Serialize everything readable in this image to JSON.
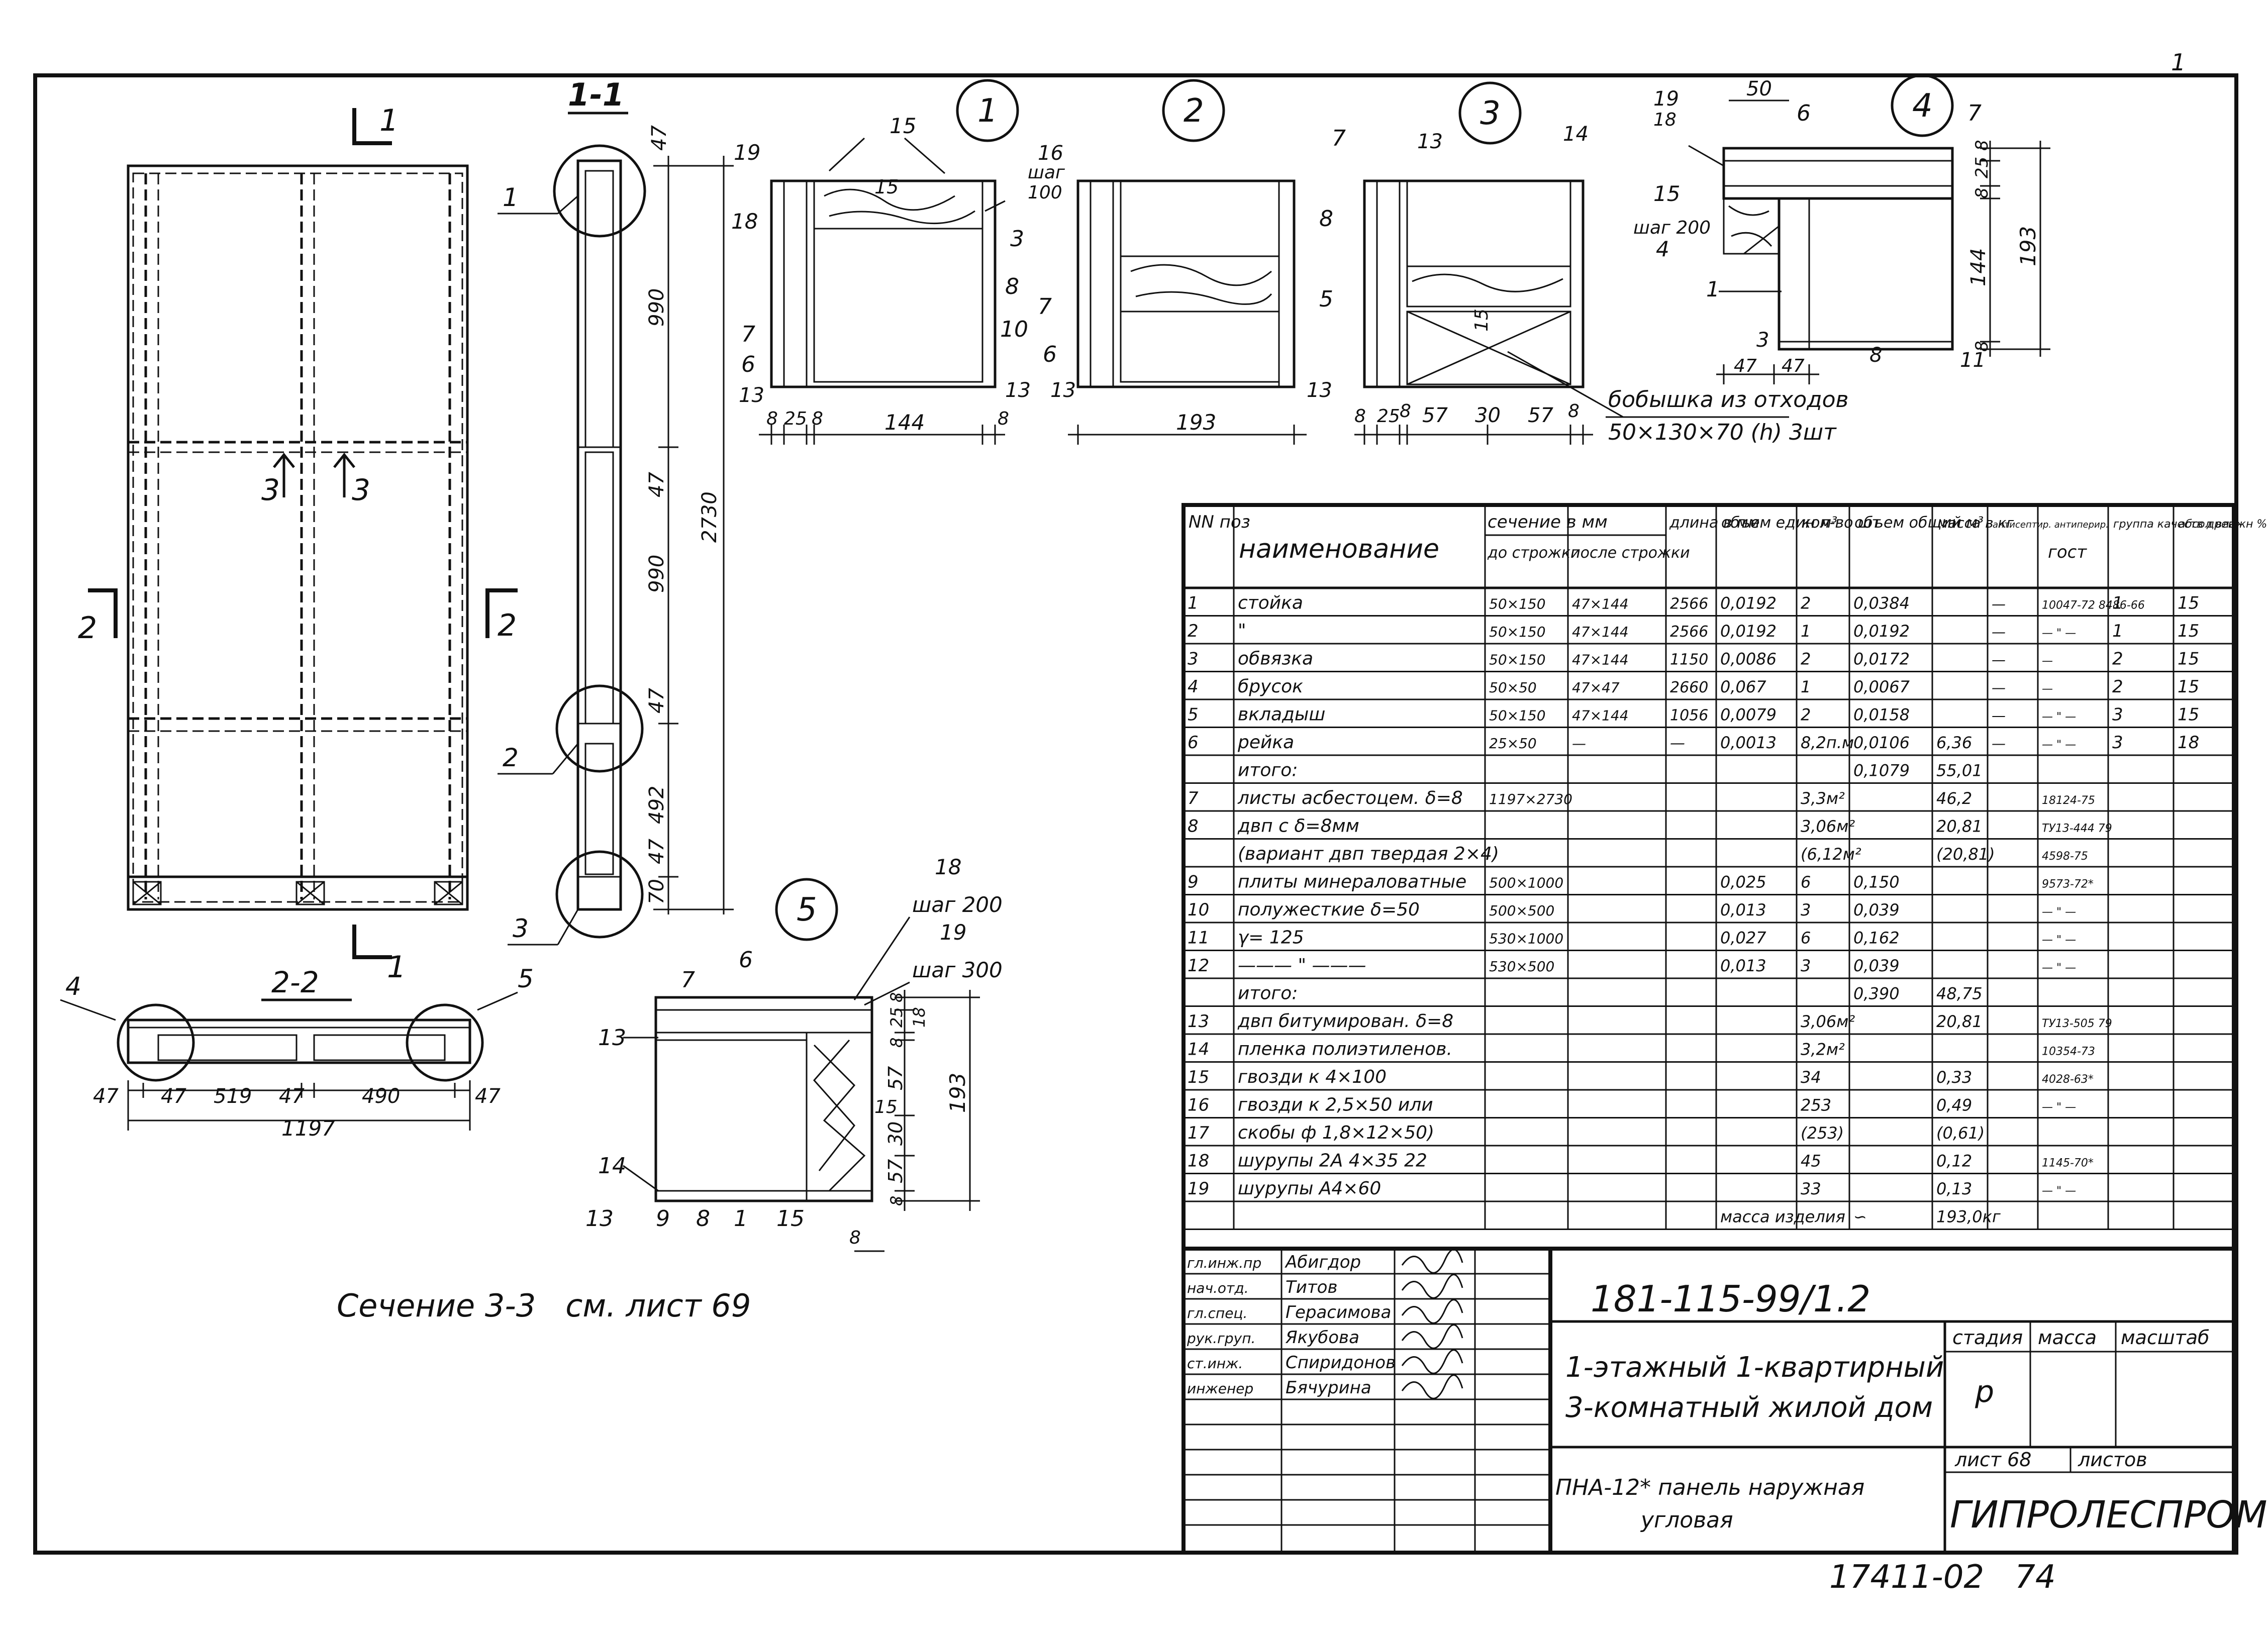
{
  "top_marks": {
    "corner_number": "1"
  },
  "views": {
    "cut_mark_top": "1",
    "cut_mark_bottom": "1",
    "cut_mark_left": "2",
    "cut_mark_right": "2",
    "cut3_left": "3",
    "cut3_right": "3",
    "section_1_1": "1-1",
    "section_2_2": "2-2",
    "section_3_3_note": "Сечение 3-3   см. лист 69"
  },
  "section_1_1_dims": [
    "47",
    "990",
    "47",
    "990",
    "47",
    "492",
    "47",
    "70",
    "2730"
  ],
  "section_1_1_callouts": [
    "1",
    "2",
    "3"
  ],
  "section_2_2": {
    "callouts": [
      "4",
      "5"
    ],
    "dims": [
      "47",
      "47",
      "519",
      "47",
      "490",
      "47"
    ],
    "total": "1197"
  },
  "detail_1": {
    "label": "1",
    "callouts": [
      "19",
      "15",
      "16",
      "шаг",
      "100",
      "18",
      "3",
      "8",
      "7",
      "10",
      "6",
      "13",
      "13",
      "15"
    ],
    "dims": [
      "8",
      "25",
      "8",
      "144",
      "8"
    ]
  },
  "detail_2": {
    "label": "2",
    "callouts": [
      "8",
      "7",
      "5",
      "6",
      "13",
      "13"
    ],
    "dims": [
      "193"
    ]
  },
  "detail_3": {
    "label": "3",
    "callouts": [
      "7",
      "13",
      "14",
      "15"
    ],
    "dims": [
      "8",
      "25",
      "8",
      "57",
      "30",
      "57",
      "8"
    ],
    "note_line1": "бобышка из отходов",
    "note_line2": "50×130×70 (h) 3шт"
  },
  "detail_4": {
    "label": "4",
    "callouts": [
      "19",
      "18",
      "6",
      "7",
      "15",
      "шаг 200",
      "4",
      "1",
      "3",
      "8",
      "11"
    ],
    "dims": [
      "50",
      "8",
      "25",
      "8",
      "144",
      "8",
      "193",
      "47",
      "47"
    ]
  },
  "detail_5": {
    "label": "5",
    "callouts": [
      "18",
      "шаг 200",
      "19",
      "шаг 300",
      "7",
      "6",
      "13",
      "14",
      "13",
      "9",
      "8",
      "1",
      "15"
    ],
    "dims": [
      "8",
      "25",
      "18",
      "8",
      "57",
      "15",
      "30",
      "57",
      "8",
      "8",
      "193"
    ]
  },
  "spec_table": {
    "headers": {
      "pos": "NN поз",
      "name": "наименование",
      "section": "сечение в мм",
      "sec_before": "до строжки",
      "sec_after": "после строжки",
      "length": "длина в мм",
      "vol_unit": "объем един м³",
      "qty": "кол-во шт",
      "vol_total": "объем общий м³",
      "mass": "масса в кг",
      "antisept": "антисептир. антиперир.",
      "gost": "гост",
      "grade": "группа качеств древ.",
      "moist": "абсол влажн %"
    },
    "rows": [
      [
        "1",
        "стойка",
        "50×150",
        "47×144",
        "2566",
        "0,0192",
        "2",
        "0,0384",
        "",
        "—",
        "10047-72 8486-66",
        "1",
        "15"
      ],
      [
        "2",
        "\"",
        "50×150",
        "47×144",
        "2566",
        "0,0192",
        "1",
        "0,0192",
        "",
        "—",
        "— \" —",
        "1",
        "15"
      ],
      [
        "3",
        "обвязка",
        "50×150",
        "47×144",
        "1150",
        "0,0086",
        "2",
        "0,0172",
        "",
        "—",
        "—",
        "2",
        "15"
      ],
      [
        "4",
        "брусок",
        "50×50",
        "47×47",
        "2660",
        "0,067",
        "1",
        "0,0067",
        "",
        "—",
        "—",
        "2",
        "15"
      ],
      [
        "5",
        "вкладыш",
        "50×150",
        "47×144",
        "1056",
        "0,0079",
        "2",
        "0,0158",
        "",
        "—",
        "— \" —",
        "3",
        "15"
      ],
      [
        "6",
        "рейка",
        "25×50",
        "—",
        "—",
        "0,0013",
        "8,2п.м",
        "0,0106",
        "6,36",
        "—",
        "— \" —",
        "3",
        "18"
      ],
      [
        "",
        "итого:",
        "",
        "",
        "",
        "",
        "",
        "0,1079",
        "55,01",
        "",
        "",
        "",
        ""
      ],
      [
        "7",
        "листы асбестоцем. δ=8",
        "1197×2730",
        "",
        "",
        "",
        "3,3м²",
        "",
        "46,2",
        "",
        "18124-75",
        "",
        ""
      ],
      [
        "8",
        "двп с δ=8мм",
        "",
        "",
        "",
        "",
        "3,06м²",
        "",
        "20,81",
        "",
        "ТУ13-444 79",
        "",
        ""
      ],
      [
        "",
        "(вариант двп твердая 2×4)",
        "",
        "",
        "",
        "",
        "(6,12м²",
        "",
        "(20,81)",
        "",
        "4598-75",
        "",
        ""
      ],
      [
        "9",
        "плиты минераловатные",
        "500×1000",
        "",
        "",
        "0,025",
        "6",
        "0,150",
        "",
        "",
        "9573-72*",
        "",
        ""
      ],
      [
        "10",
        "полужесткие δ=50",
        "500×500",
        "",
        "",
        "0,013",
        "3",
        "0,039",
        "",
        "",
        "— \" —",
        "",
        ""
      ],
      [
        "11",
        "γ= 125",
        "530×1000",
        "",
        "",
        "0,027",
        "6",
        "0,162",
        "",
        "",
        "— \" —",
        "",
        ""
      ],
      [
        "12",
        "——— \" ———",
        "530×500",
        "",
        "",
        "0,013",
        "3",
        "0,039",
        "",
        "",
        "— \" —",
        "",
        ""
      ],
      [
        "",
        "итого:",
        "",
        "",
        "",
        "",
        "",
        "0,390",
        "48,75",
        "",
        "",
        "",
        ""
      ],
      [
        "13",
        "двп битумирован. δ=8",
        "",
        "",
        "",
        "",
        "3,06м²",
        "",
        "20,81",
        "",
        "ТУ13-505 79",
        "",
        ""
      ],
      [
        "14",
        "пленка полиэтиленов.",
        "",
        "",
        "",
        "",
        "3,2м²",
        "",
        "",
        "",
        "10354-73",
        "",
        ""
      ],
      [
        "15",
        "гвозди к 4×100",
        "",
        "",
        "",
        "",
        "34",
        "",
        "0,33",
        "",
        "4028-63*",
        "",
        ""
      ],
      [
        "16",
        "гвозди к 2,5×50 или",
        "",
        "",
        "",
        "",
        "253",
        "",
        "0,49",
        "",
        "— \" —",
        "",
        ""
      ],
      [
        "17",
        "скобы ф 1,8×12×50)",
        "",
        "",
        "",
        "",
        "(253)",
        "",
        "(0,61)",
        "",
        "",
        "",
        ""
      ],
      [
        "18",
        "шурупы 2А 4×35 22",
        "",
        "",
        "",
        "",
        "45",
        "",
        "0,12",
        "",
        "1145-70*",
        "",
        ""
      ],
      [
        "19",
        "шурупы А4×60",
        "",
        "",
        "",
        "",
        "33",
        "",
        "0,13",
        "",
        "— \" —",
        "",
        ""
      ],
      [
        "",
        "",
        "",
        "",
        "",
        "масса изделия",
        "",
        "∽",
        "193,0кг",
        "",
        "",
        "",
        ""
      ]
    ]
  },
  "title_block": {
    "roles": [
      "гл.инж.пр",
      "нач.отд.",
      "гл.спец.",
      "рук.груп.",
      "ст.инж.",
      "инженер"
    ],
    "names": [
      "Абигдор",
      "Титов",
      "Герасимова",
      "Якубова",
      "Спиридонов",
      "Бячурина"
    ],
    "code": "181-115-99/1.2",
    "project_line1": "1-этажный 1-квартирный",
    "project_line2": "3-комнатный жилой дом",
    "stage_label": "стадия",
    "mass_label": "масса",
    "scale_label": "масштаб",
    "stage_value": "р",
    "sheet_label": "лист 68",
    "sheets_label": "листов",
    "drawing_title_line1": "ПНА-12* панель наружная",
    "drawing_title_line2": "угловая",
    "org": "ГИПРОЛЕСПРОМ"
  },
  "footer": {
    "archive": "17411-02   74"
  }
}
